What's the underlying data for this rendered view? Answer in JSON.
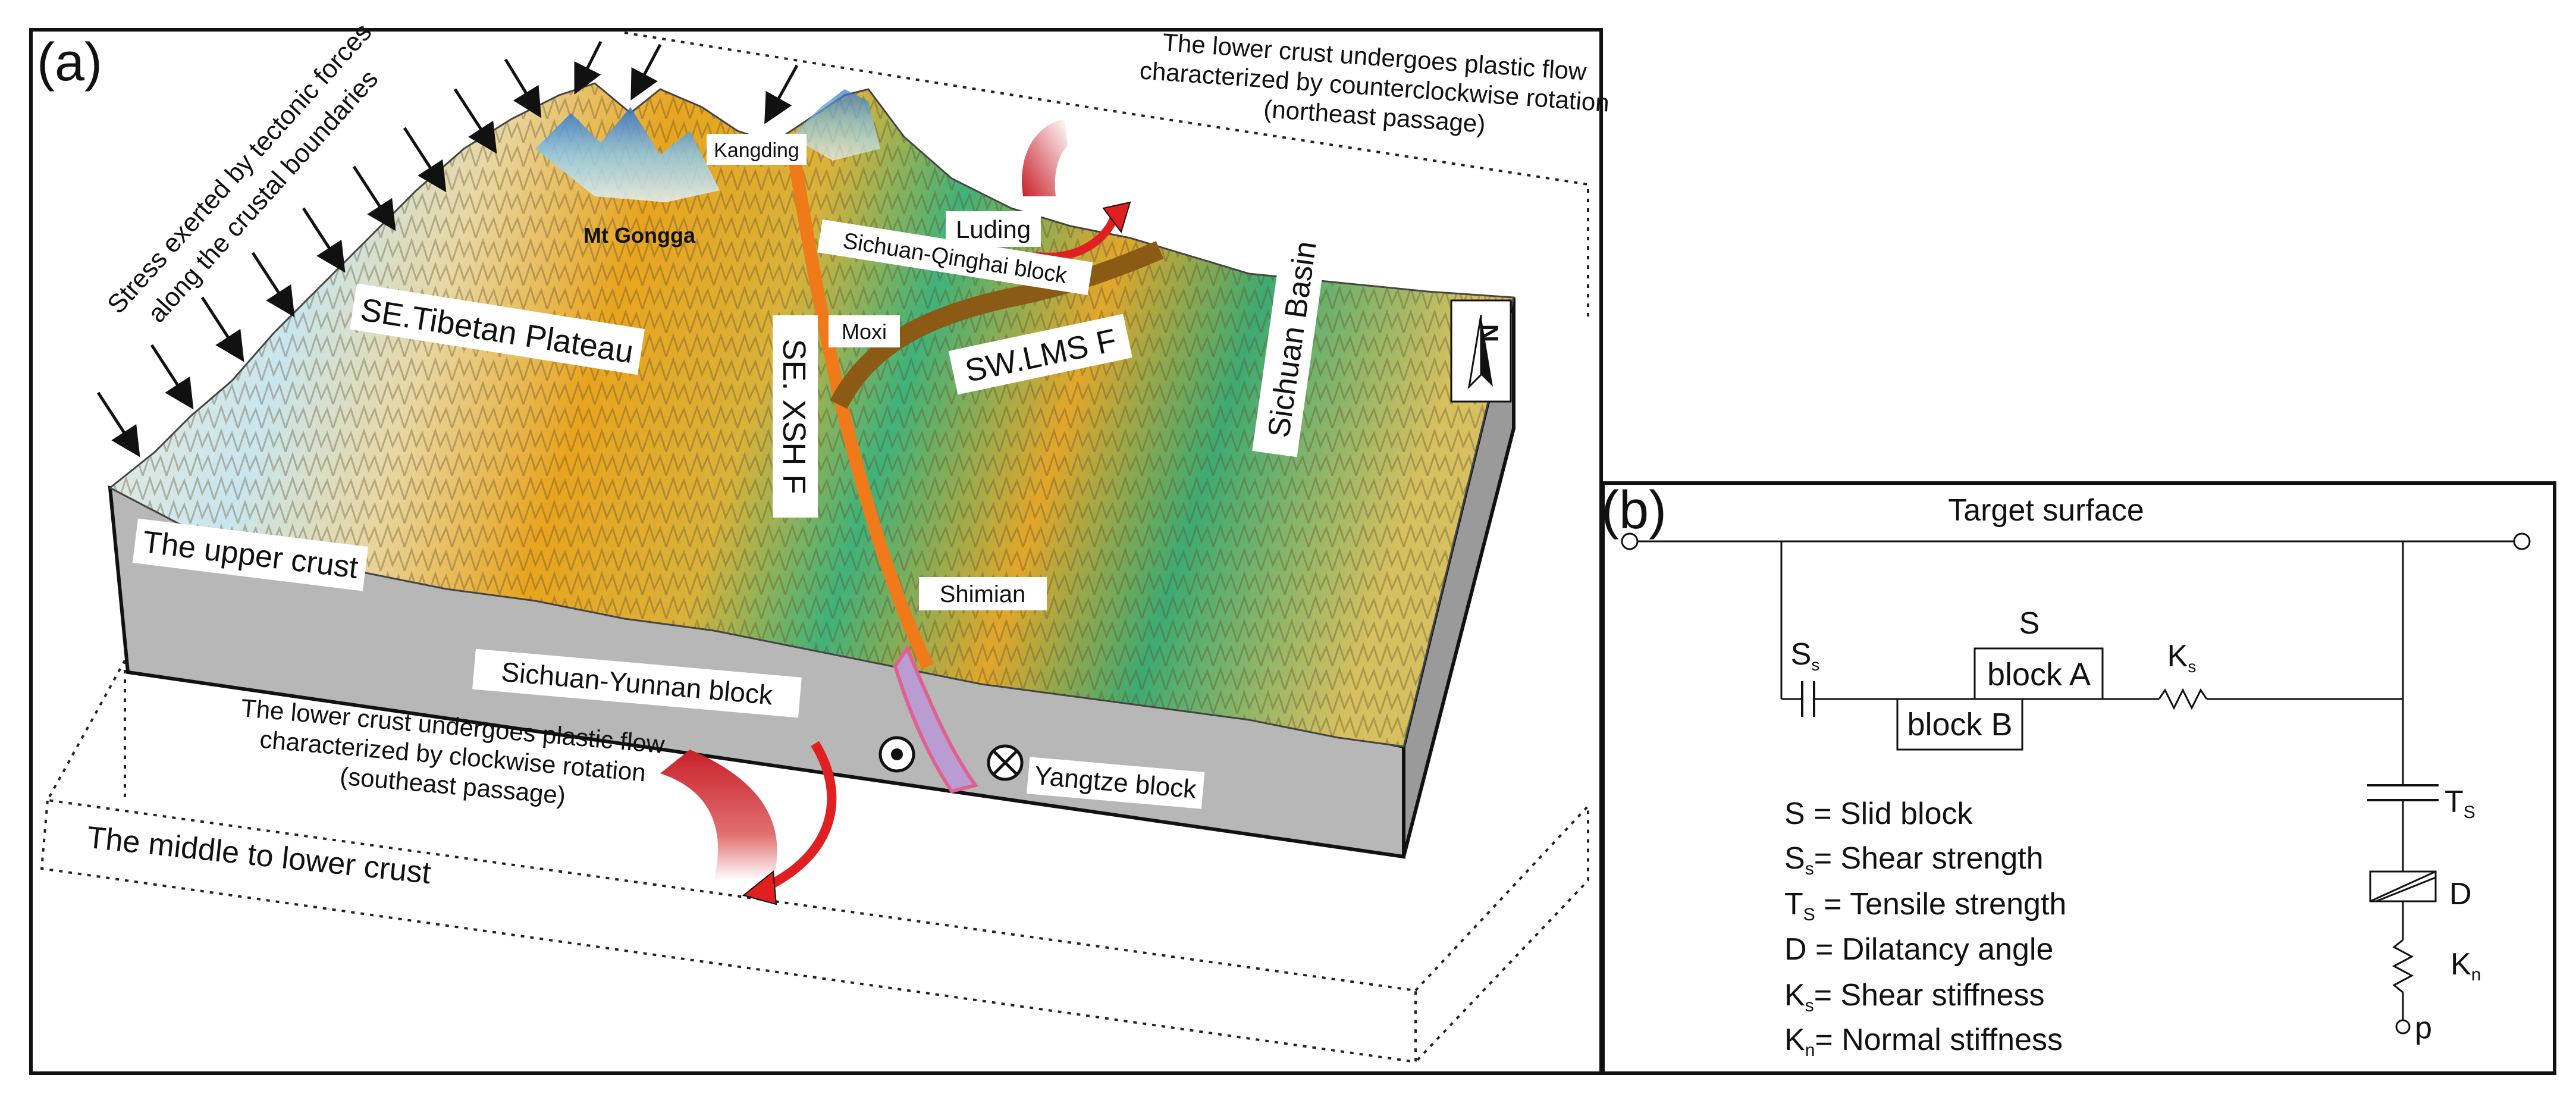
{
  "panel_a": {
    "panel_label": "(a)",
    "stress_text": [
      "Stress exerted by tectonic forces",
      "along the crustal boundaries"
    ],
    "mt_gongga": "Mt Gongga",
    "kangding": "Kangding",
    "luding": "Luding",
    "moxi": "Moxi",
    "shimian": "Shimian",
    "se_tibetan_plateau": "SE.Tibetan Plateau",
    "sichuan_qinghai_block": "Sichuan-Qinghai block",
    "sw_lms_f": "SW.LMS F",
    "se_xsh_f": "SE. XSH F",
    "sichuan_basin": "Sichuan Basin",
    "north_label": "N",
    "upper_crust": "The upper crust",
    "sichuan_yunnan_block": "Sichuan-Yunnan block",
    "yangtze_block": "Yangtze block",
    "middle_lower_crust": "The middle to lower crust",
    "ne_flow_text": [
      "The lower crust undergoes plastic flow",
      "characterized by counterclockwise rotation",
      "(northeast passage)"
    ],
    "se_flow_text": [
      "The lower crust undergoes plastic flow",
      "characterized by clockwise rotation",
      "(southeast passage)"
    ]
  },
  "panel_b": {
    "panel_label": "(b)",
    "title": "Target surface",
    "s_label": "S",
    "ss_label": "S",
    "ss_sub": "s",
    "block_a": "block A",
    "block_b": "block B",
    "ks_label": "K",
    "ks_sub": "s",
    "ts_label": "T",
    "ts_sub": "S",
    "d_label": "D",
    "kn_label": "K",
    "kn_sub": "n",
    "p_label": "p",
    "legend": [
      {
        "sym": "S",
        "sub": "",
        "text": " = Slid block"
      },
      {
        "sym": "S",
        "sub": "s",
        "text": "= Shear strength"
      },
      {
        "sym": "T",
        "sub": "S",
        "text": " = Tensile strength"
      },
      {
        "sym": "D",
        "sub": "",
        "text": " = Dilatancy angle"
      },
      {
        "sym": "K",
        "sub": "s",
        "text": "= Shear stiffness"
      },
      {
        "sym": "K",
        "sub": "n",
        "text": "= Normal stiffness"
      }
    ]
  }
}
